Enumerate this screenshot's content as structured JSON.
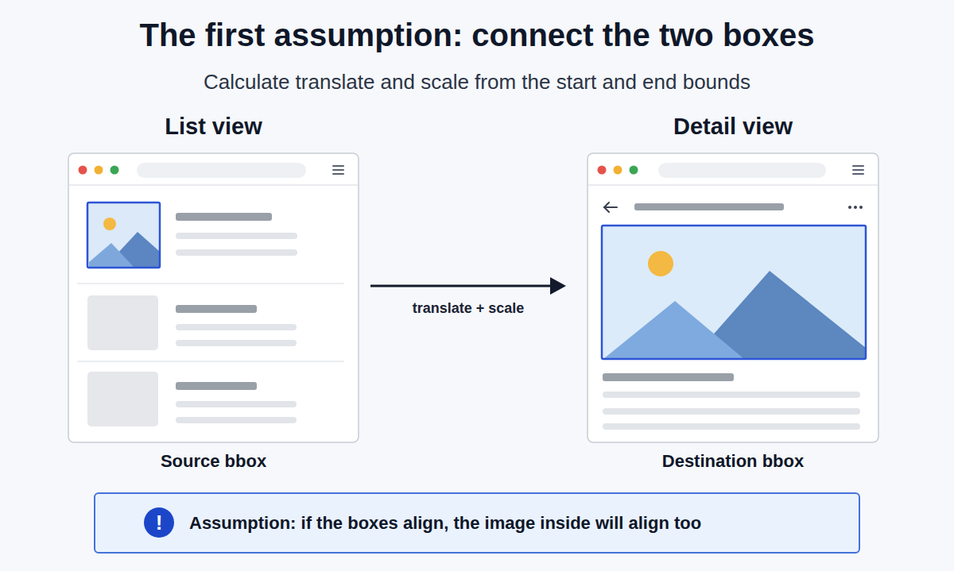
{
  "diagram": {
    "title": "The first assumption: connect the two boxes",
    "nodes": [
      {
        "text": [
          "List view",
          "Source bbox"
        ]
      },
      {
        "text": [
          "Detail view",
          "Destination bbox"
        ]
      },
      {
        "text": [
          "!",
          "Assumption: if the boxes align, the image inside will align too"
        ]
      }
    ],
    "edges": [
      {
        "from": 0,
        "to": 1,
        "label": "translate + scale",
        "arrow": "to"
      }
    ],
    "labels": [
      "Calculate translate and scale from the start and end bounds"
    ]
  }
}
